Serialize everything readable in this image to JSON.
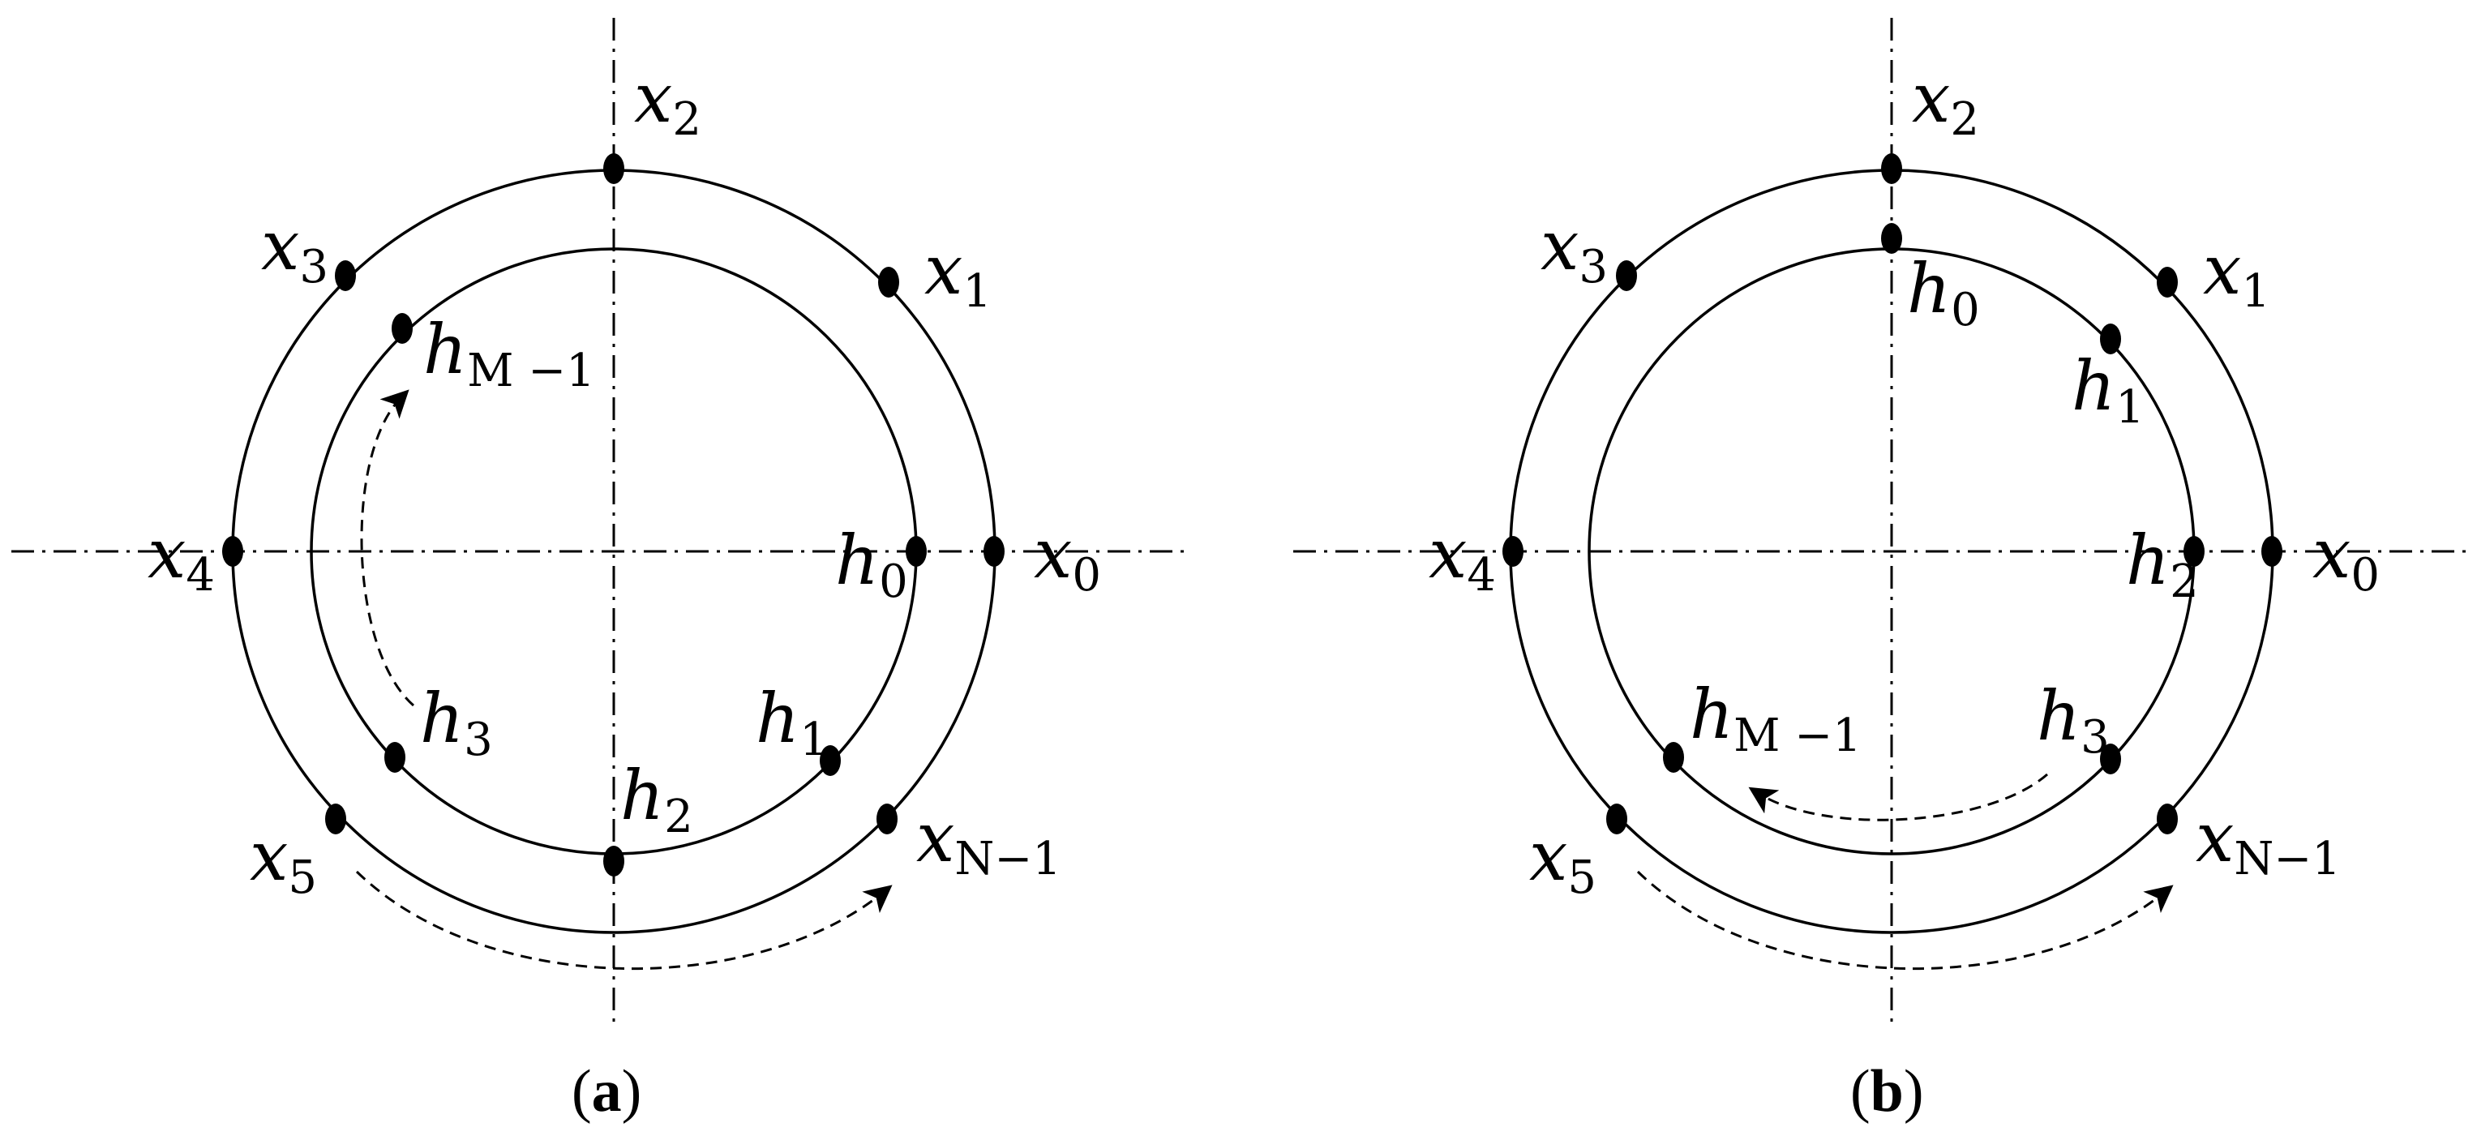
{
  "panels": [
    {
      "id": "a",
      "caption": {
        "open": "(",
        "letter": "a",
        "close": ")"
      },
      "outer_labels": [
        {
          "base": "x",
          "sub": "0"
        },
        {
          "base": "x",
          "sub": "1"
        },
        {
          "base": "x",
          "sub": "2"
        },
        {
          "base": "x",
          "sub": "3"
        },
        {
          "base": "x",
          "sub": "4"
        },
        {
          "base": "x",
          "sub": "5"
        },
        {
          "base": "x",
          "sub": "N−1"
        }
      ],
      "inner_labels": [
        {
          "base": "h",
          "sub": "0"
        },
        {
          "base": "h",
          "sub": "1"
        },
        {
          "base": "h",
          "sub": "2"
        },
        {
          "base": "h",
          "sub": "3"
        },
        {
          "base": "h",
          "sub": "M −1"
        }
      ]
    },
    {
      "id": "b",
      "caption": {
        "open": "(",
        "letter": "b",
        "close": ")"
      },
      "outer_labels": [
        {
          "base": "x",
          "sub": "0"
        },
        {
          "base": "x",
          "sub": "1"
        },
        {
          "base": "x",
          "sub": "2"
        },
        {
          "base": "x",
          "sub": "3"
        },
        {
          "base": "x",
          "sub": "4"
        },
        {
          "base": "x",
          "sub": "5"
        },
        {
          "base": "x",
          "sub": "N−1"
        }
      ],
      "inner_labels": [
        {
          "base": "h",
          "sub": "0"
        },
        {
          "base": "h",
          "sub": "1"
        },
        {
          "base": "h",
          "sub": "2"
        },
        {
          "base": "h",
          "sub": "3"
        },
        {
          "base": "h",
          "sub": "M −1"
        }
      ]
    }
  ],
  "colors": {
    "stroke": "#000000",
    "background": "#ffffff"
  }
}
